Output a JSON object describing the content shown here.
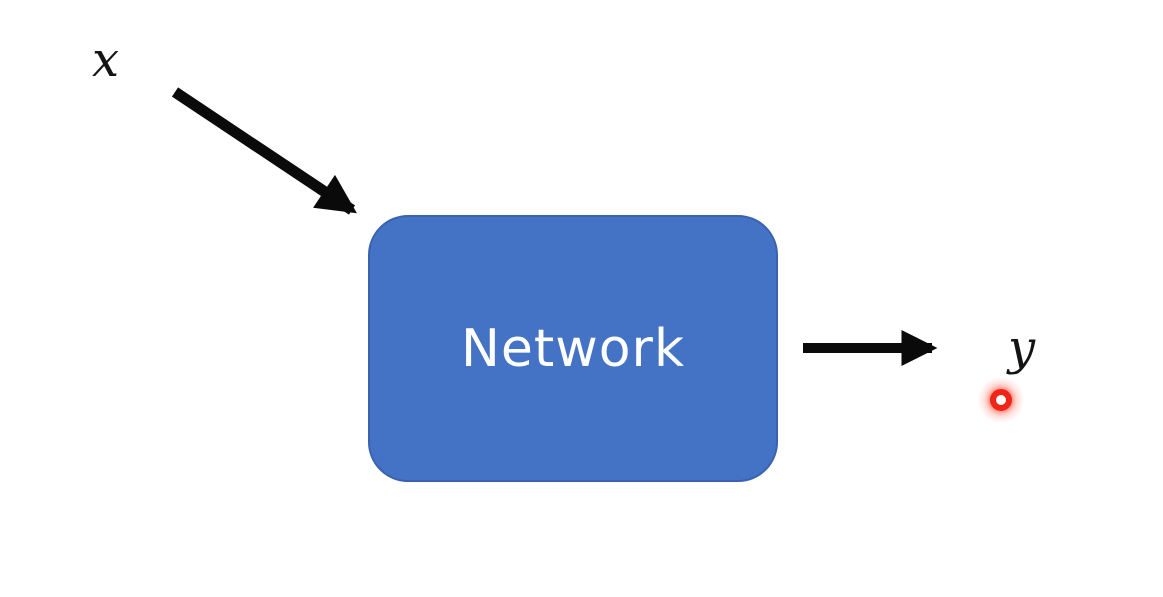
{
  "diagram": {
    "title": "network input output diagram",
    "input_label": "x",
    "node_label": "Network",
    "output_label": "y",
    "edges": [
      {
        "from": "x",
        "to": "Network",
        "style": "thick black arrow, diagonal down-right"
      },
      {
        "from": "Network",
        "to": "y",
        "style": "thick black arrow, horizontal right"
      }
    ],
    "annotations": [
      {
        "name": "cursor-highlight",
        "description": "red glowing click indicator dot below the y label"
      }
    ]
  },
  "colors": {
    "node_fill": "#4472C4",
    "node_edge": "#3A62AE",
    "node_text": "#FFFFFF",
    "arrow": "#0A0A0A",
    "highlight": "#F02418",
    "bg": "#FFFFFF"
  }
}
